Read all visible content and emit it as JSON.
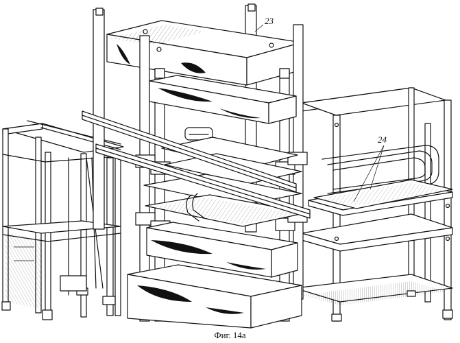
{
  "figure": {
    "labels": {
      "ref_23": "23",
      "ref_24": "24"
    },
    "caption": "Фиг. 14а"
  }
}
